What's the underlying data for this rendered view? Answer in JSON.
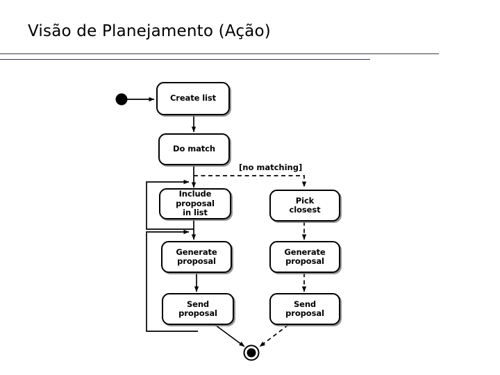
{
  "slide": {
    "title": "Visão de Planejamento (Ação)",
    "rule_color": "#39364f",
    "background": "#ffffff"
  },
  "diagram": {
    "type": "uml-activity-diagram",
    "line_color": "#000000",
    "node_fill": "#ffffff",
    "shadow_color": "#828282",
    "start_node": {
      "name": "initial-node"
    },
    "end_node": {
      "name": "final-node"
    },
    "nodes": [
      {
        "id": "create-list",
        "line1": "Create list",
        "line2": ""
      },
      {
        "id": "do-match",
        "line1": "Do match",
        "line2": ""
      },
      {
        "id": "include-proposal",
        "line1": "Include proposal",
        "line2": "in list"
      },
      {
        "id": "pick-closest",
        "line1": "Pick",
        "line2": "closest"
      },
      {
        "id": "generate-proposal-left",
        "line1": "Generate",
        "line2": "proposal"
      },
      {
        "id": "generate-proposal-right",
        "line1": "Generate",
        "line2": "proposal"
      },
      {
        "id": "send-proposal-left",
        "line1": "Send",
        "line2": "proposal"
      },
      {
        "id": "send-proposal-right",
        "line1": "Send",
        "line2": "proposal"
      }
    ],
    "guards": [
      {
        "id": "no-matching",
        "label": "[no matching]"
      }
    ]
  }
}
